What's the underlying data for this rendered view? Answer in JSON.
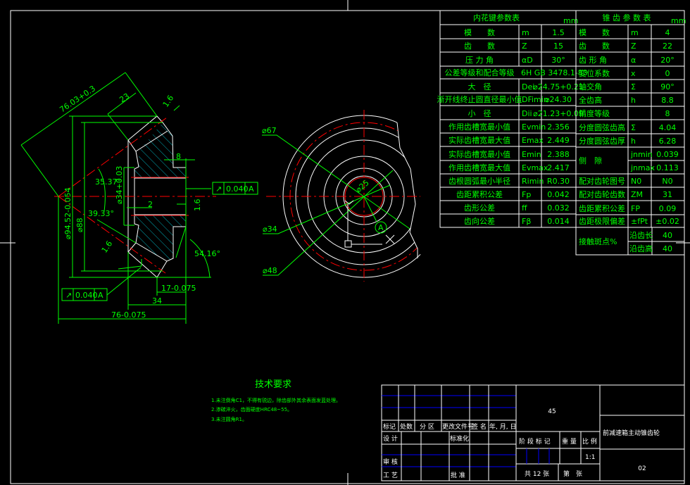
{
  "colors": {
    "background": "#000000",
    "dimension": "#00ff00",
    "outline": "#ffffff",
    "centerline": "#ff0000",
    "hatch": "#00d8e8",
    "table_rule": "#0000ff"
  },
  "spline_table": {
    "title": "内花键参数表",
    "unit": "mm",
    "rows": [
      {
        "label": "模　　数",
        "symbol": "m",
        "value": "1.5"
      },
      {
        "label": "齿　　数",
        "symbol": "Z",
        "value": "15"
      },
      {
        "label": "压 力 角",
        "symbol": "αD",
        "value": "30°"
      },
      {
        "label": "公差等级和配合等级",
        "symbol": "",
        "value": "6H GB 3478.1-83"
      },
      {
        "label": "大　径",
        "symbol": "Dei",
        "value": "⌀24.75+0.21"
      },
      {
        "label": "渐开线终止圆直径最小值",
        "symbol": "DFimin",
        "value": "⌀24.30"
      },
      {
        "label": "小　径",
        "symbol": "Dii",
        "value": "⌀21.23+0.09"
      },
      {
        "label": "作用齿槽宽最小值",
        "symbol": "Evmin",
        "value": "2.356"
      },
      {
        "label": "实际齿槽宽最大值",
        "symbol": "Emax",
        "value": "2.449"
      },
      {
        "label": "实际齿槽宽最小值",
        "symbol": "Emin",
        "value": "2.388"
      },
      {
        "label": "作用齿槽宽最大值",
        "symbol": "Evmax",
        "value": "2.417"
      },
      {
        "label": "齿根圆弧最小半径",
        "symbol": "Rimin",
        "value": "R0.30"
      },
      {
        "label": "齿距累积公差",
        "symbol": "Fp",
        "value": "0.042"
      },
      {
        "label": "齿形公差",
        "symbol": "ff",
        "value": "0.032"
      },
      {
        "label": "齿向公差",
        "symbol": "Fβ",
        "value": "0.014"
      }
    ]
  },
  "bevel_table": {
    "title": "锥 齿 参 数 表",
    "unit": "mm",
    "rows": [
      {
        "label": "模　　数",
        "symbol": "m",
        "value": "4"
      },
      {
        "label": "齿　　数",
        "symbol": "Z",
        "value": "22"
      },
      {
        "label": "齿 形 角",
        "symbol": "α",
        "value": "20°"
      },
      {
        "label": "变位系数",
        "symbol": "x",
        "value": "0"
      },
      {
        "label": "轴交角",
        "symbol": "Σ",
        "value": "90°"
      },
      {
        "label": "全齿高",
        "symbol": "h",
        "value": "8.8"
      },
      {
        "label": "精度等级",
        "symbol": "",
        "value": "8"
      },
      {
        "label": "分度圆弦齿高",
        "symbol": "Σ",
        "value": "4.04"
      },
      {
        "label": "分度圆弦齿厚",
        "symbol": "h",
        "value": "6.28"
      },
      {
        "label": "侧　隙",
        "symbol": "jnmin",
        "value": "0.039"
      },
      {
        "label": "",
        "symbol": "jnmax",
        "value": "0.113"
      },
      {
        "label": "配对齿轮图号",
        "symbol": "N0",
        "value": "N0"
      },
      {
        "label": "配对齿轮齿数",
        "symbol": "ZM",
        "value": "31"
      },
      {
        "label": "齿距累积公差",
        "symbol": "FP",
        "value": "0.09"
      },
      {
        "label": "齿距极限偏差",
        "symbol": "±fPt",
        "value": "±0.02"
      },
      {
        "label": "接触斑点%",
        "symbol": "沿齿长",
        "value": "40"
      },
      {
        "label": "",
        "symbol": "沿齿高",
        "value": "40"
      }
    ]
  },
  "section_view": {
    "dims": {
      "slant_len": "76.03+0.3",
      "face_width": "23",
      "roughness_top": "1.6",
      "roughness_bore": "1.6",
      "roughness_back": "1.6",
      "hub_len": "8",
      "angle1": "35.37°",
      "angle2": "39.33°",
      "bore_dia": "⌀34+0.03",
      "gap": "2",
      "dia_outer": "⌀94.52-0.054",
      "dia_88": "⌀88",
      "angle3": "54.16°",
      "len_17": "17-0.075",
      "len_34": "34",
      "len_76": "76-0.075"
    },
    "tolerance_frames": [
      {
        "value": "0.040",
        "datum": "A"
      },
      {
        "value": "0.040",
        "datum": "A"
      }
    ]
  },
  "end_view": {
    "labels": {
      "d67": "⌀67",
      "d34": "⌀34",
      "d48": "⌀48",
      "d25": "⌀25",
      "datum": "A"
    }
  },
  "tech_requirements": {
    "title": "技术要求",
    "items": [
      "1.未注倒角C1，不得有锐边，除齿部外其余表面发蓝处理。",
      "2.渗碳淬火，齿面硬度HRC48~55。",
      "3.未注圆角R1。"
    ]
  },
  "title_block": {
    "material": "45",
    "part_name": "前减速箱主动锥齿轮",
    "drawing_no": "02",
    "rev_headers": [
      "标记",
      "处数",
      "分 区",
      "更改文件号",
      "签 名",
      "年, 月, 日"
    ],
    "design": "设 计",
    "standardize": "标准化",
    "review": "审 核",
    "process": "工 艺",
    "approve": "批 准",
    "stage_mark": "阶 段 标 记",
    "weight": "重 量",
    "scale_label": "比 例",
    "scale": "1:1",
    "total_sheets": "共 12 张",
    "sheet": "第　张"
  }
}
